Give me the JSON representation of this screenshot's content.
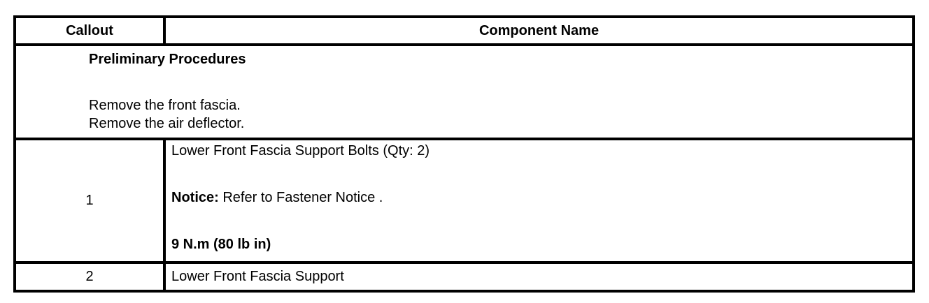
{
  "table": {
    "colors": {
      "border": "#000000",
      "text": "#000000",
      "background": "#ffffff"
    },
    "headers": {
      "callout": "Callout",
      "component_name": "Component Name"
    },
    "preliminary": {
      "title": "Preliminary Procedures",
      "steps": [
        "Remove the front fascia.",
        "Remove the air deflector."
      ]
    },
    "rows": [
      {
        "callout": "1",
        "component": "Lower Front Fascia Support Bolts (Qty: 2)",
        "notice_label": "Notice:",
        "notice_text": " Refer to Fastener Notice .",
        "torque": "9 N.m (80 lb in)"
      },
      {
        "callout": "2",
        "component": "Lower Front Fascia Support"
      }
    ]
  }
}
